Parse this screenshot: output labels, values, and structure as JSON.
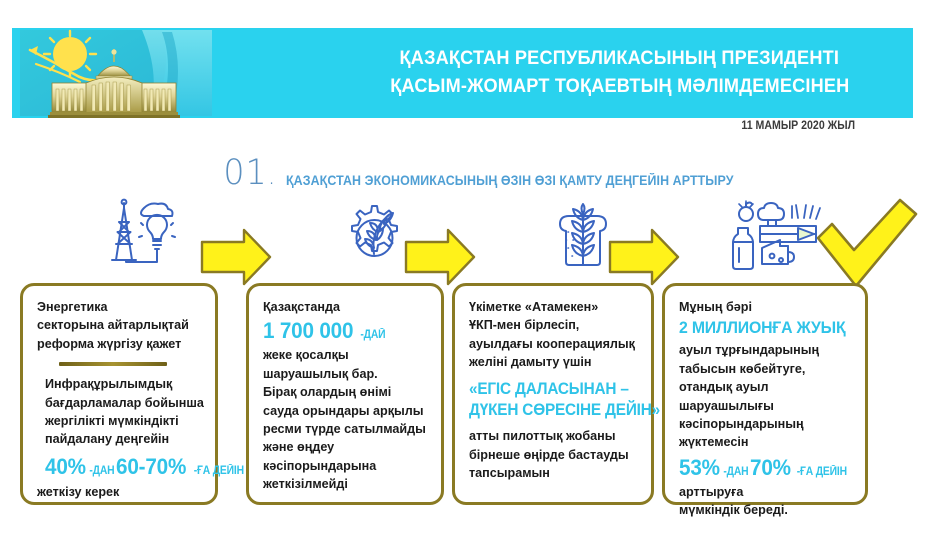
{
  "header": {
    "title_line1": "ҚАЗАҚСТАН РЕСПУБЛИКАСЫНЫҢ ПРЕЗИДЕНТІ",
    "title_line2": "ҚАСЫМ-ЖОМАРТ ТОҚАЕВТЫҢ МӘЛІМДЕМЕСІНЕН",
    "date": "11 МАМЫР 2020 ЖЫЛ",
    "flag_icon": "kazakhstan-flag",
    "building_icon": "akorda-presidential-palace",
    "banner_color": "#2ad2ee"
  },
  "section": {
    "number": "01",
    "dot": ".",
    "title": "ҚАЗАҚСТАН ЭКОНОМИКАСЫНЫҢ ӨЗІН ӨЗІ ҚАМТУ ДЕҢГЕЙІН АРТТЫРУ",
    "number_color": "#5b8fbf",
    "title_color": "#4f9fd4"
  },
  "flow": {
    "arrow_color": "#fff21a",
    "arrow_outline": "#8a7a23",
    "check_color": "#fff21a",
    "icons": [
      {
        "name": "power-tower-lightbulb-icon",
        "label": "energy sector"
      },
      {
        "name": "gear-wheat-icon",
        "label": "industry and agriculture"
      },
      {
        "name": "bread-wheat-icon",
        "label": "grain and bread"
      },
      {
        "name": "grocery-basket-icon",
        "label": "food products"
      }
    ]
  },
  "cards": [
    {
      "id": "card-energy",
      "para1": "Энергетика\nсекторына айтарлықтай\nреформа жүргізу қажет",
      "has_divider": true,
      "para2": "Инфрақұрылымдық\nбағдарламалар бойынша\nжергілікті мүмкіндікті\nпайдалану деңгейін",
      "highlight_parts": [
        {
          "text": "40%",
          "size": "big"
        },
        {
          "text": "-ДАН ",
          "size": "small"
        },
        {
          "text": "60-70%",
          "size": "big"
        },
        {
          "text": "-ҒА ДЕЙІН",
          "size": "small"
        }
      ],
      "para3": "жеткізу керек"
    },
    {
      "id": "card-households",
      "para1": "Қазақстанда",
      "has_divider": false,
      "highlight_parts": [
        {
          "text": "1 700 000",
          "size": "big"
        },
        {
          "text": "-ДАЙ",
          "size": "small"
        }
      ],
      "para2": "жеке қосалқы\nшаруашылық бар.\nБірақ  олардың өнімі\nсауда орындары арқылы\nресми түрде сатылмайды\nжәне өңдеу\nкәсіпорындарына\nжеткізілмейді"
    },
    {
      "id": "card-cooperation",
      "para1": "Үкіметке «Атамекен»\nҰКП-мен бірлесіп,\nауылдағы кооперациялық\nжеліні дамыту үшін",
      "has_divider": false,
      "highlight_lines": [
        "«ЕГІС ДАЛАСЫНАН –",
        "ДҮКЕН СӨРЕСІНЕ ДЕЙІН»"
      ],
      "para2": "атты пилоттық жобаны\nбірнеше өңірде бастауды\nтапсырамын"
    },
    {
      "id": "card-result",
      "para1": "Мұның бәрі",
      "has_divider": false,
      "highlight_lines_top": [
        "2 МИЛЛИОНҒА ЖУЫҚ"
      ],
      "para2": "ауыл тұрғындарының\nтабысын көбейтуге,\nотандық ауыл шаруашылығы\nкәсіпорындарының\nжүктемесін",
      "highlight_parts": [
        {
          "text": "53%",
          "size": "big"
        },
        {
          "text": "-ДАН  ",
          "size": "small"
        },
        {
          "text": "70%",
          "size": "big"
        },
        {
          "text": "-ҒА ДЕЙІН",
          "size": "small"
        }
      ],
      "para3": "арттыруға\nмүмкіндік береді."
    }
  ]
}
